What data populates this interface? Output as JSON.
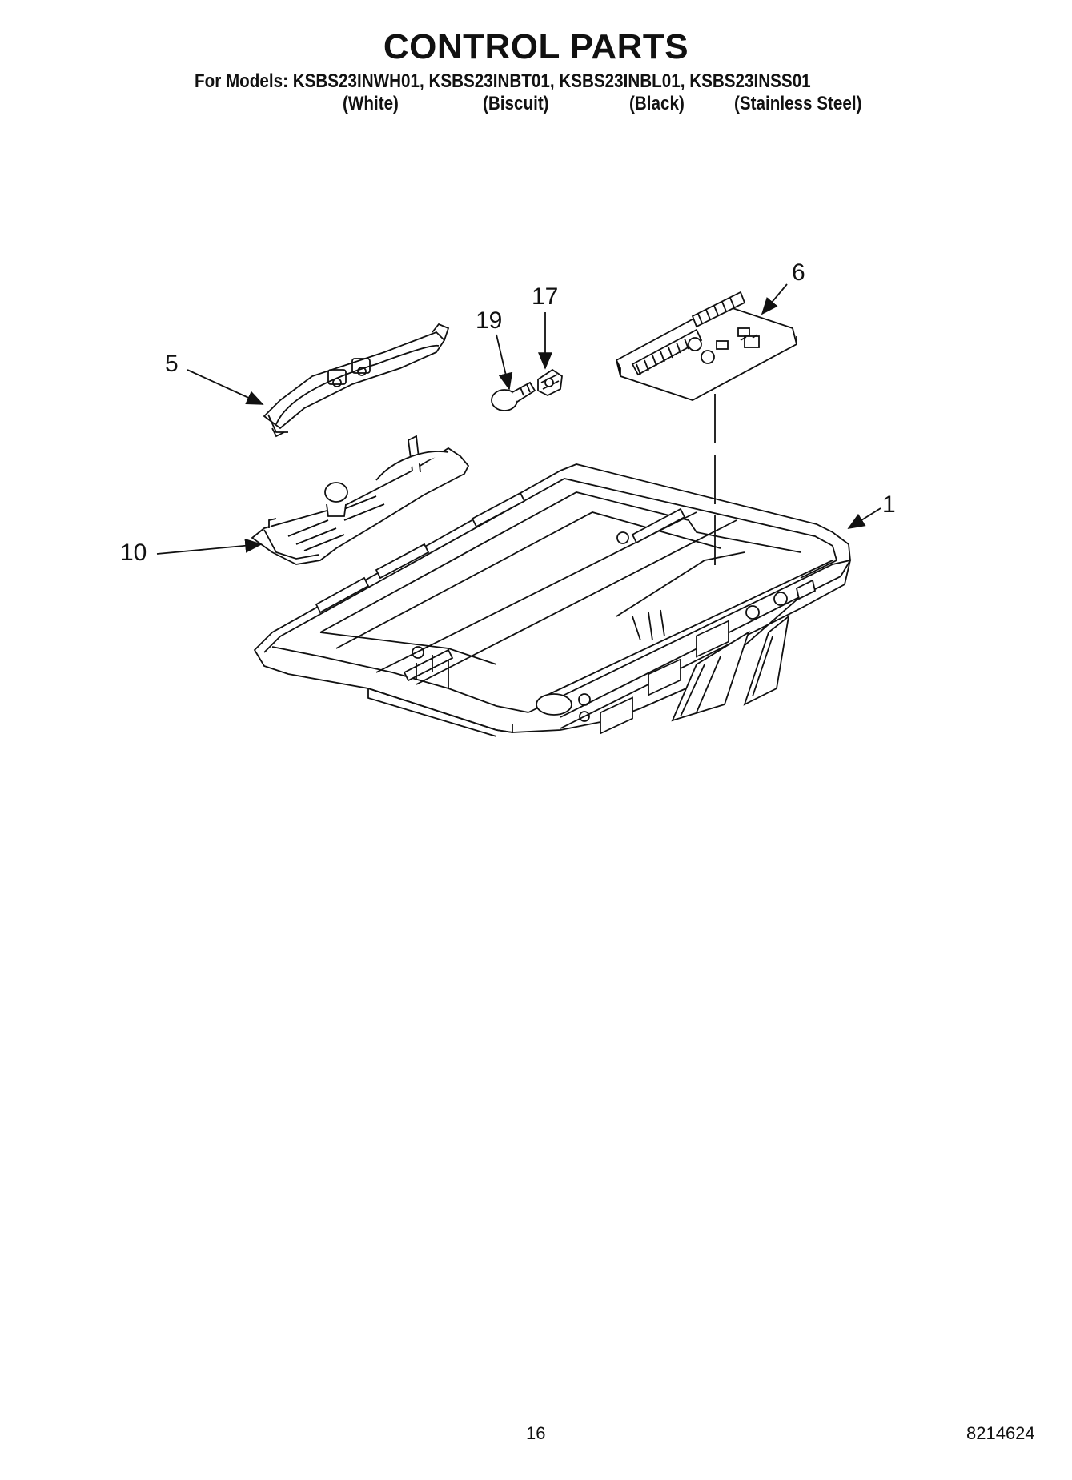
{
  "header": {
    "title": "CONTROL PARTS",
    "models_line": "For Models: KSBS23INWH01, KSBS23INBT01, KSBS23INBL01, KSBS23INSS01",
    "colors": [
      "(White)",
      "(Biscuit)",
      "(Black)",
      "(Stainless Steel)"
    ]
  },
  "callouts": {
    "console": "1",
    "light_cover": "5",
    "control_board": "6",
    "light_housing": "10",
    "socket": "17",
    "bulb": "19"
  },
  "footer": {
    "page_number": "16",
    "doc_number": "8214624"
  }
}
